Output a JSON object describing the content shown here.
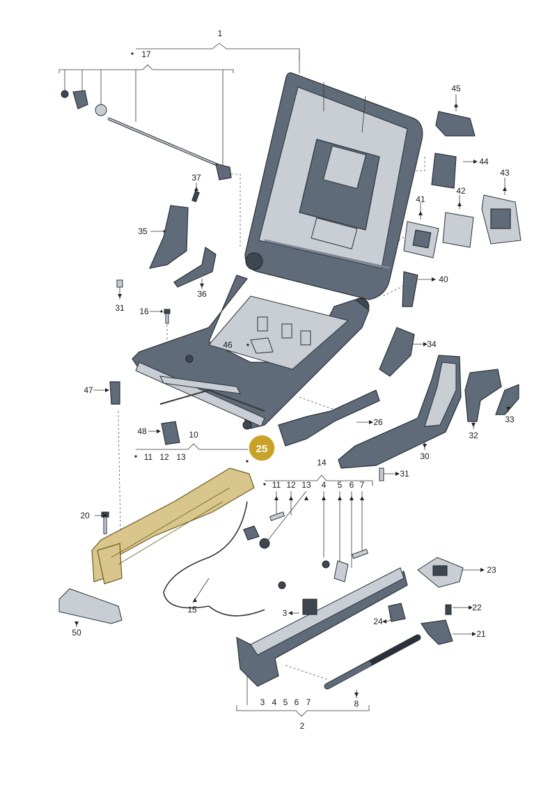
{
  "diagram": {
    "callout_badge": "25",
    "labels": {
      "1": "1",
      "2": "2",
      "3": "3",
      "4": "4",
      "5": "5",
      "6": "6",
      "7": "7",
      "8": "8",
      "10": "10",
      "11": "11",
      "12": "12",
      "13": "13",
      "14": "14",
      "15": "15",
      "16": "16",
      "17": "17",
      "20": "20",
      "21": "21",
      "22": "22",
      "23": "23",
      "24": "24",
      "26": "26",
      "30": "30",
      "31": "31",
      "32": "32",
      "33": "33",
      "34": "34",
      "35": "35",
      "36": "36",
      "37": "37",
      "40": "40",
      "41": "41",
      "42": "42",
      "43": "43",
      "44": "44",
      "45": "45",
      "46": "46",
      "47": "47",
      "48": "48",
      "50": "50"
    },
    "groups": {
      "group_10": [
        "11",
        "12",
        "13"
      ],
      "group_14": [
        "11",
        "12",
        "13",
        "4",
        "5",
        "6",
        "7"
      ],
      "group_2": [
        "3",
        "4",
        "5",
        "6",
        "7",
        "8"
      ]
    },
    "colors": {
      "highlight": "#d9c68c",
      "badge": "#c9a227",
      "part": "#5f6b78"
    }
  }
}
